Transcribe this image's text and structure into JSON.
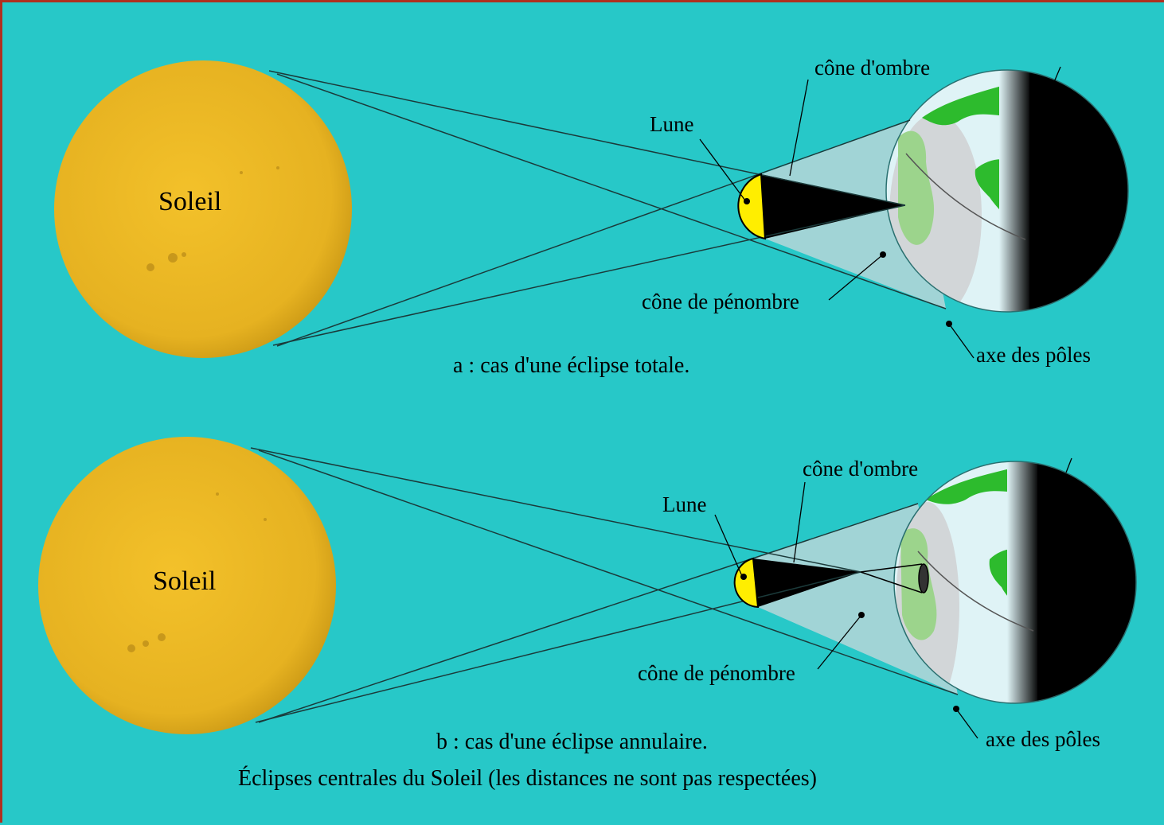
{
  "colors": {
    "background": "#27c8c8",
    "border": "#b03020",
    "sun": "#e8b421",
    "moon_lit": "#ffee00",
    "shadow": "#000000",
    "penumbra": "#b7d6d8",
    "land": "#2dbb2d",
    "land_shaded": "#9cd48c",
    "ocean": "#dff3f6",
    "night": "#000000"
  },
  "panel_a": {
    "sun_label": "Soleil",
    "moon_label": "Lune",
    "umbra_label": "cône d'ombre",
    "penumbra_label": "cône de pénombre",
    "axis_label": "axe des pôles",
    "caption": "a : cas d'une éclipse totale."
  },
  "panel_b": {
    "sun_label": "Soleil",
    "moon_label": "Lune",
    "umbra_label": "cône d'ombre",
    "penumbra_label": "cône de pénombre",
    "axis_label": "axe des pôles",
    "caption": "b : cas d'une éclipse annulaire."
  },
  "figure_caption": "Éclipses centrales du Soleil (les distances ne sont pas respectées)"
}
